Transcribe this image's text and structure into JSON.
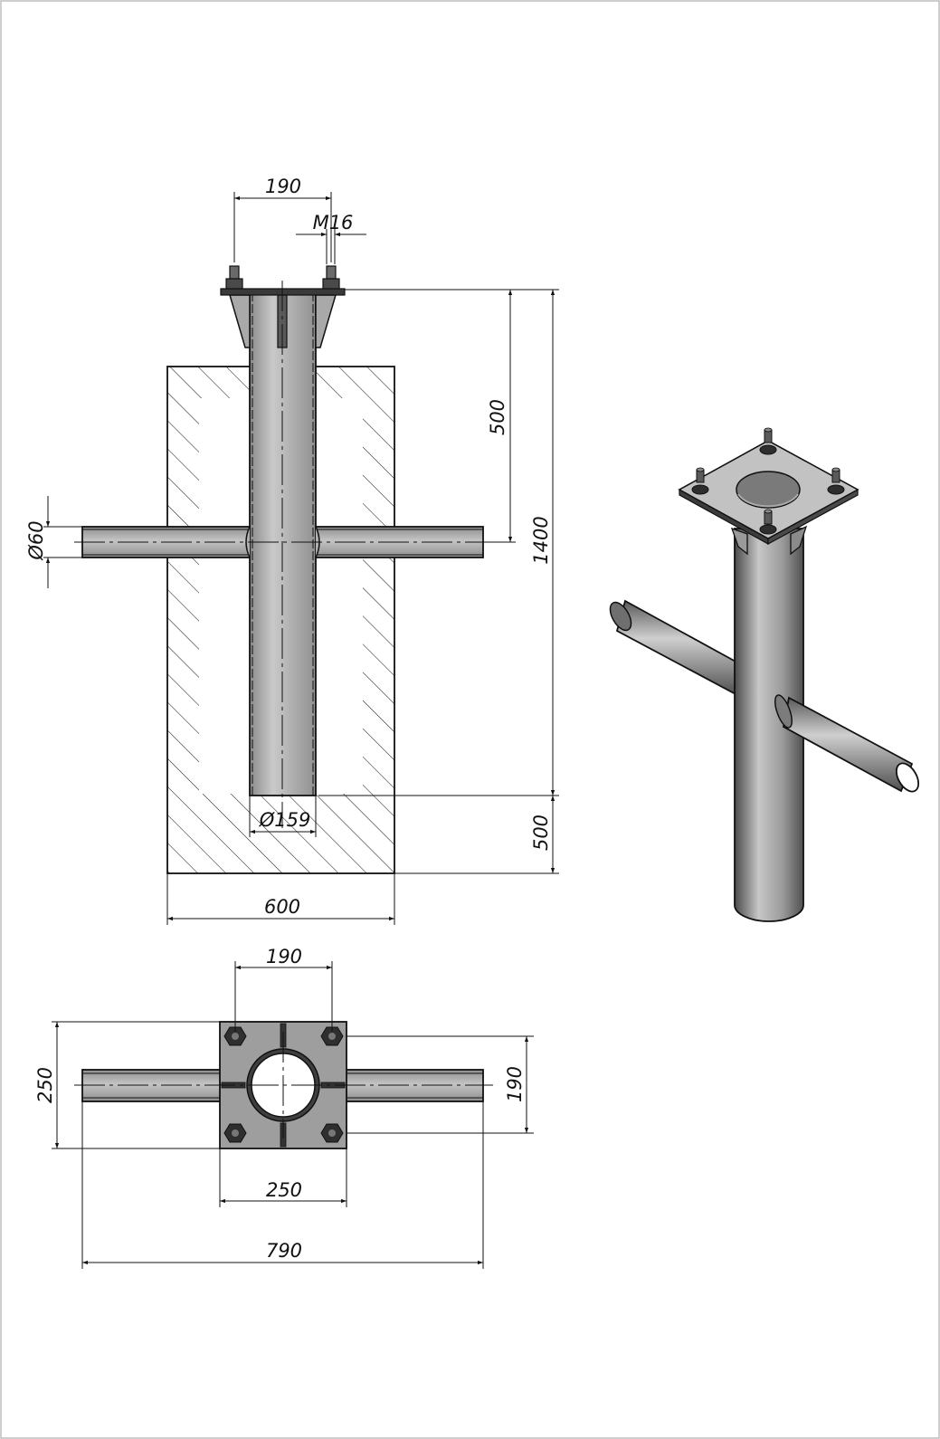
{
  "drawing": {
    "colors": {
      "line": "#111111",
      "metal_light": "#d0d0d0",
      "metal_mid": "#a8a8a8",
      "metal_dark": "#4a4a4a",
      "paper": "#ffffff",
      "frame": "#bdbdbd"
    },
    "front_view": {
      "dim_bolt_spacing": "190",
      "dim_bolt": "M16",
      "dim_depth_to_crossbar": "500",
      "dim_total_height": "1400",
      "dim_pipe_dia": "Ø159",
      "dim_crossbar_dia": "Ø60",
      "dim_bottom_base": "500",
      "dim_foundation_width": "600"
    },
    "top_view": {
      "dim_bolt_spacing": "190",
      "dim_plate_height": "250",
      "dim_bolt_spacing_vertical": "190",
      "dim_plate_width": "250",
      "dim_overall_length": "790"
    }
  }
}
